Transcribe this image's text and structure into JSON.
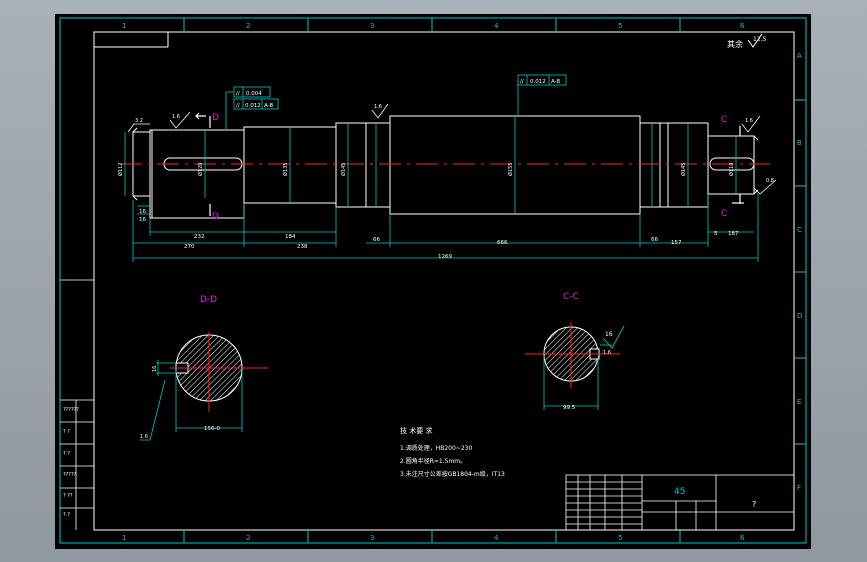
{
  "sheet": {
    "zone_cols": [
      "1",
      "2",
      "3",
      "4",
      "5",
      "6"
    ],
    "zone_rows": [
      "A",
      "B",
      "C",
      "D",
      "E",
      "F"
    ]
  },
  "roughness_other": "其余",
  "roughness_other_value": "12.5",
  "tolerances": {
    "left_1": "0.004",
    "left_2_val": "0.012",
    "left_2_ref": "A-B",
    "mid_val": "0.012",
    "mid_ref": "A-B"
  },
  "roughness_labels": {
    "left_top": "1.6",
    "center_top": "1.6",
    "right_top": "1.6",
    "right_bottom": "0.8",
    "dd_keyway": "1.6",
    "cc_keyway": "1.6",
    "left_end": "3.2"
  },
  "section_markers": {
    "d_top": "D",
    "d_bottom": "D",
    "c_top": "C",
    "c_bottom": "C"
  },
  "diameters": {
    "left_end": "Ø112",
    "seg1": "Ø120",
    "seg2": "Ø135",
    "seg3": "Ø145",
    "mid": "Ø155",
    "right_bearing": "Ø145",
    "right_end": "Ø110"
  },
  "dimensions": {
    "d_a": "232",
    "d_b": "184",
    "d_c": "270",
    "d_d": "238",
    "d_e": "66",
    "d_f": "666",
    "d_g": "66",
    "d_h": "157",
    "d_i": "5",
    "d_j": "187",
    "d_total": "1269",
    "d_small1": "16",
    "d_small2": "16"
  },
  "sections": {
    "dd_title": "D-D",
    "dd_width": "156-0",
    "dd_key": "16",
    "cc_title": "C-C",
    "cc_width": "99.5",
    "cc_key": "16"
  },
  "notes": {
    "title": "技 术要 求",
    "line1": "1.调质处理，HB200~230",
    "line2": "2.圆角半径R=1.5mm。",
    "line3": "3.未注尺寸公差按GB1804-m级，IT13"
  },
  "titleblock": {
    "material": "45",
    "name": "?"
  },
  "left_column": [
    "??????",
    "? ?",
    "? ?",
    "?????",
    "? ??",
    "? ?"
  ]
}
